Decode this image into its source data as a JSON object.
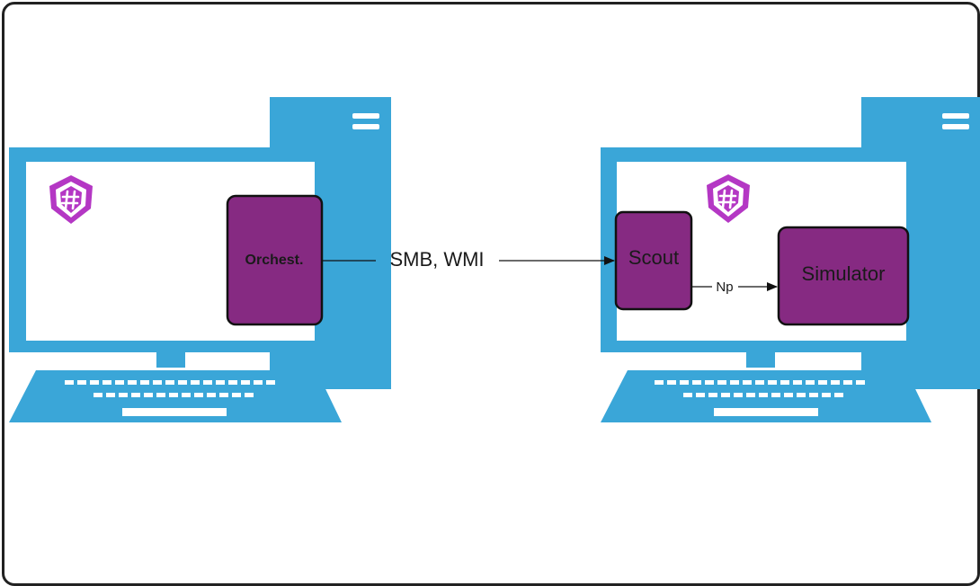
{
  "colors": {
    "computer_blue": "#3aa6d8",
    "process_purple": "#862a82",
    "logo_purple": "#b437c4",
    "line": "#111111"
  },
  "left_computer": {
    "logo_icon": "shield-hash-icon",
    "process_label": "Orchest."
  },
  "right_computer": {
    "logo_icon": "shield-hash-icon",
    "scout_label": "Scout",
    "simulator_label": "Simulator"
  },
  "edges": {
    "orchestrator_to_scout": "SMB, WMI",
    "scout_to_simulator": "Np"
  }
}
